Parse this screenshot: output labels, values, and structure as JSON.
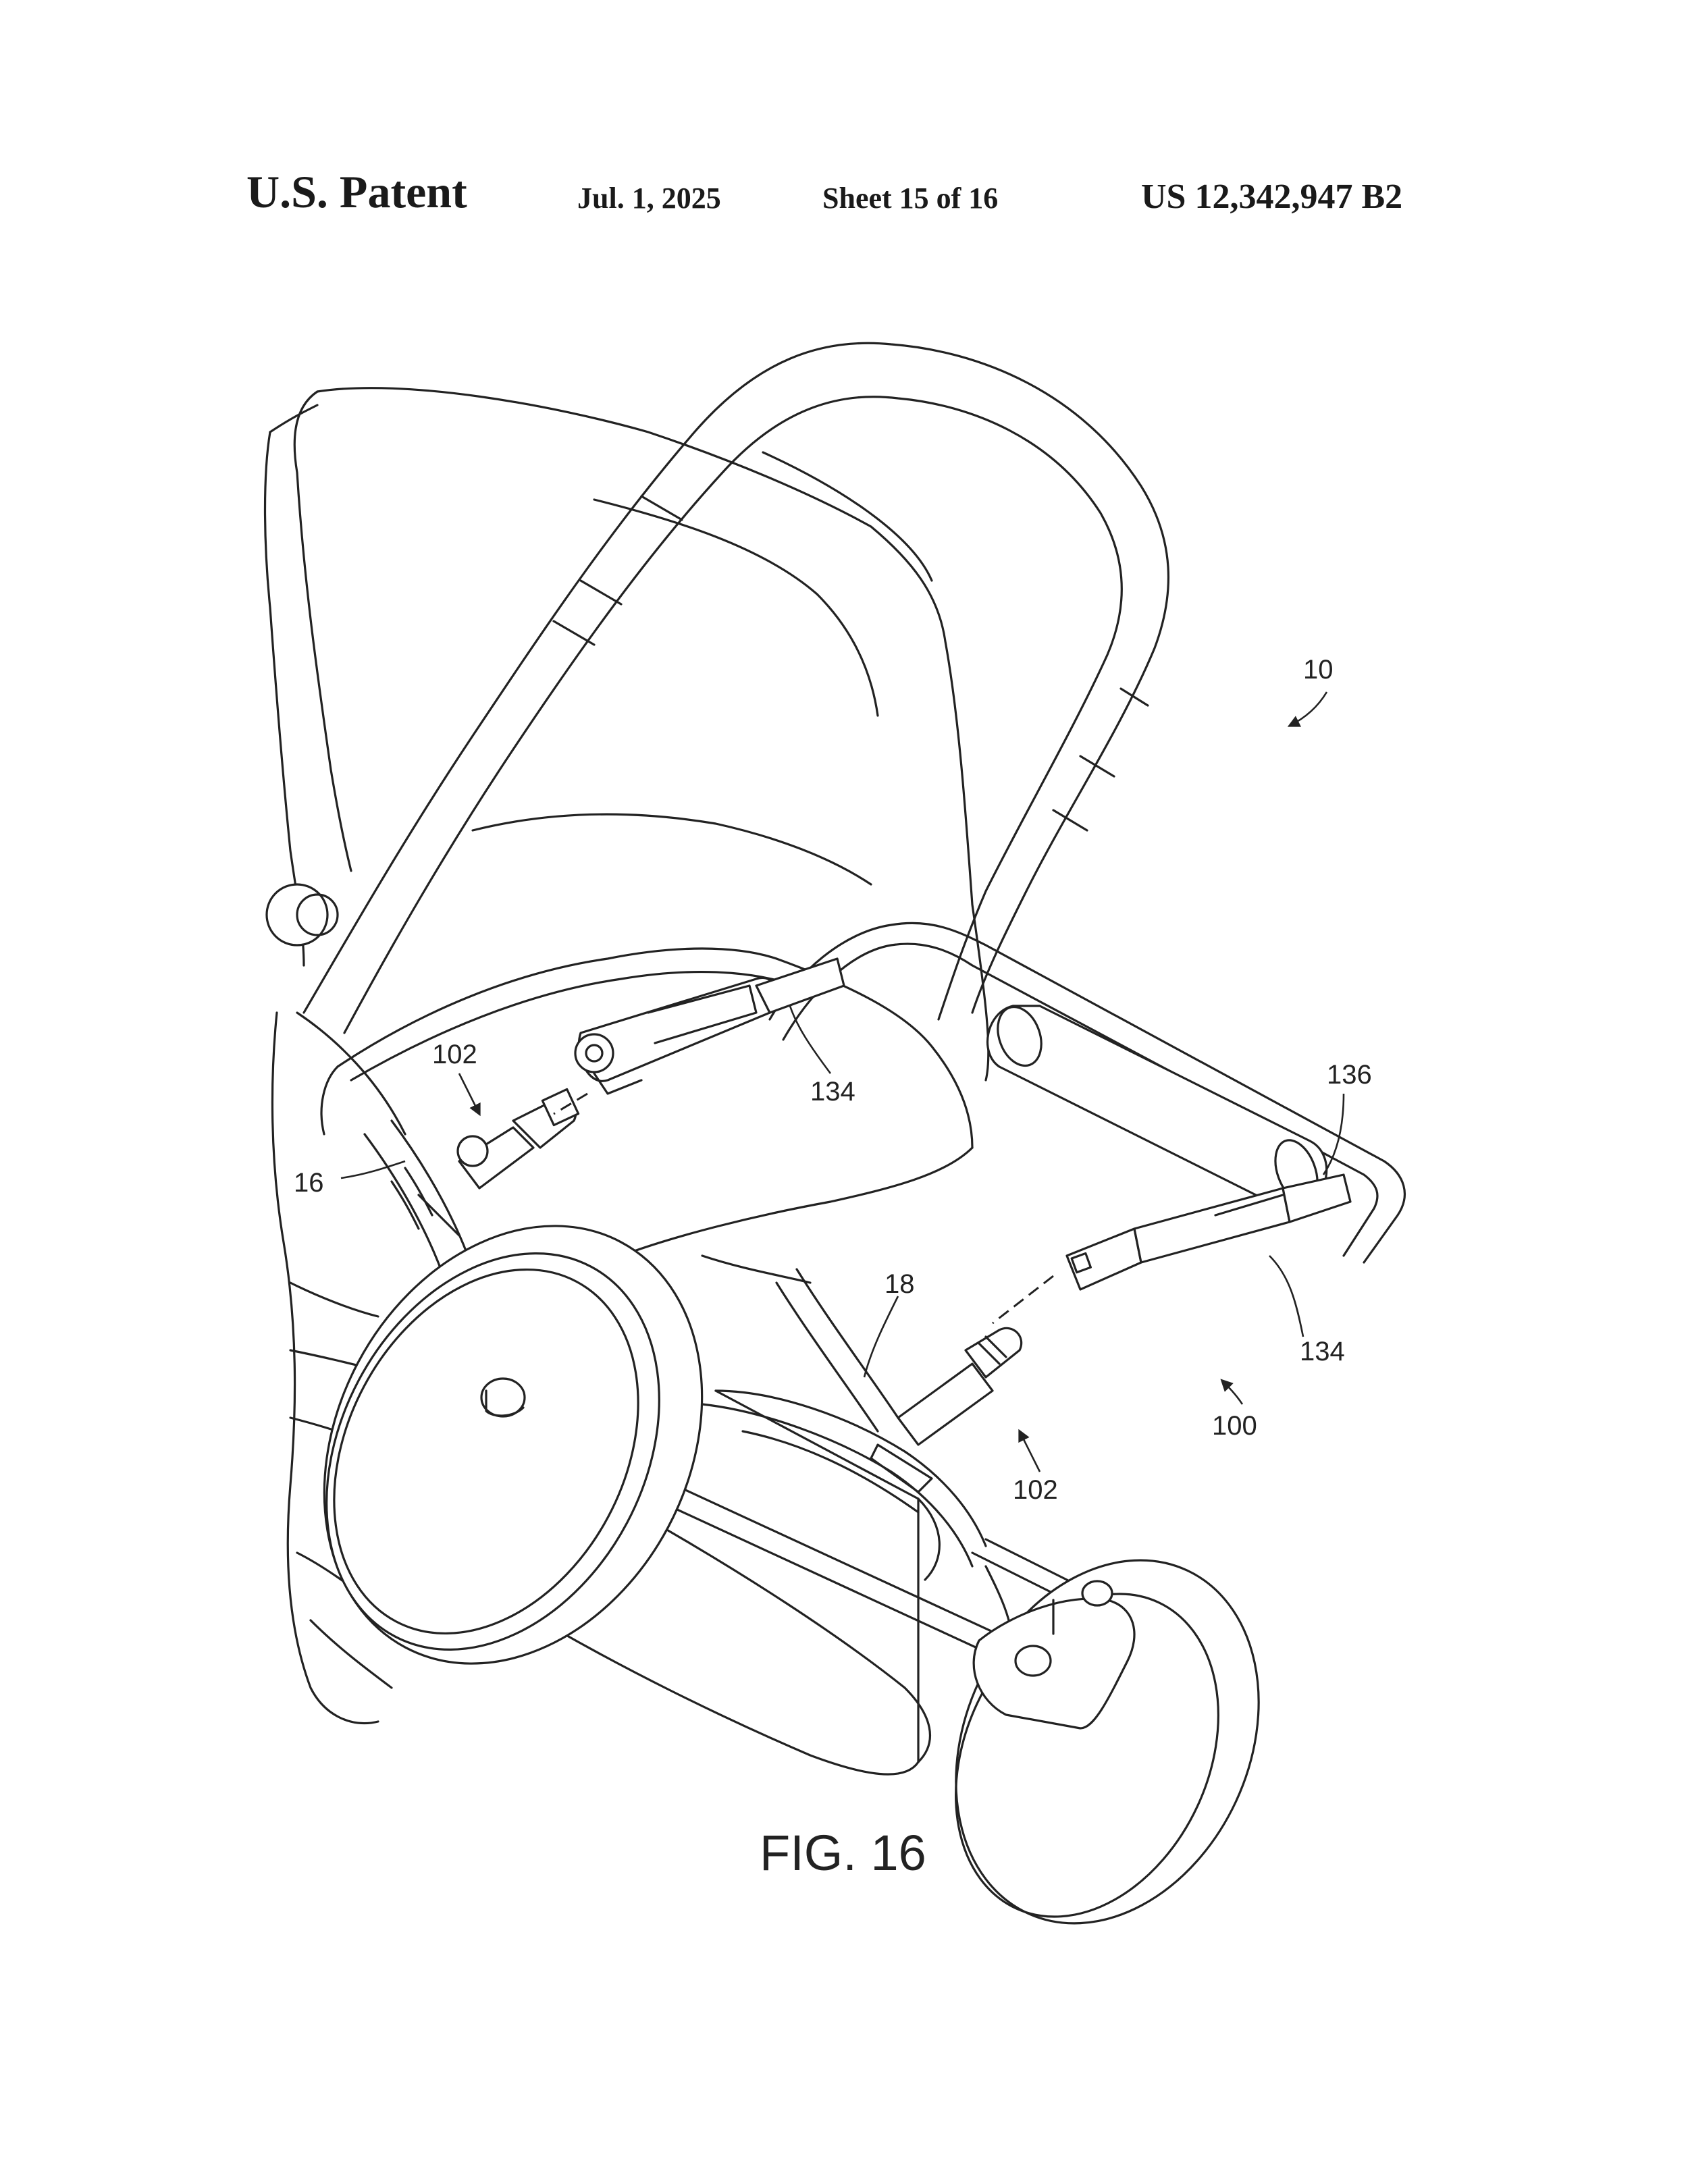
{
  "header": {
    "patent_label": "U.S. Patent",
    "date": "Jul. 1, 2025",
    "sheet": "Sheet 15 of 16",
    "patent_number": "US 12,342,947 B2"
  },
  "figure": {
    "caption": "FIG. 16",
    "reference_numerals": {
      "stroller": "10",
      "system": "100",
      "connector_upper": "102",
      "connector_lower": "102",
      "frame_left": "16",
      "frame_right": "18",
      "adapter_upper": "134",
      "adapter_lower": "134",
      "crossbar": "136"
    }
  },
  "colors": {
    "ink": "#222222",
    "paper": "#ffffff"
  }
}
